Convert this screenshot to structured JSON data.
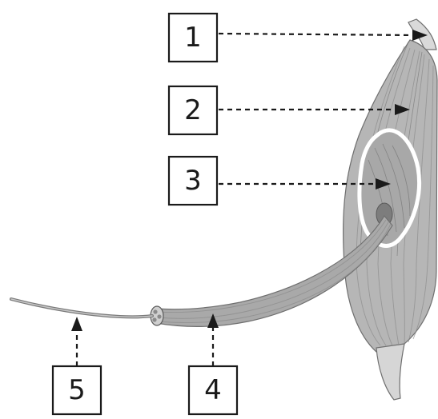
{
  "labels": [
    {
      "id": "1",
      "text": "1"
    },
    {
      "id": "2",
      "text": "2"
    },
    {
      "id": "3",
      "text": "3"
    },
    {
      "id": "4",
      "text": "4"
    },
    {
      "id": "5",
      "text": "5"
    }
  ],
  "colors": {
    "muscle_fill": "#b9b9b9",
    "muscle_shade": "#9a9a9a",
    "tendon": "#d6d6d6",
    "line": "#1a1a1a"
  }
}
